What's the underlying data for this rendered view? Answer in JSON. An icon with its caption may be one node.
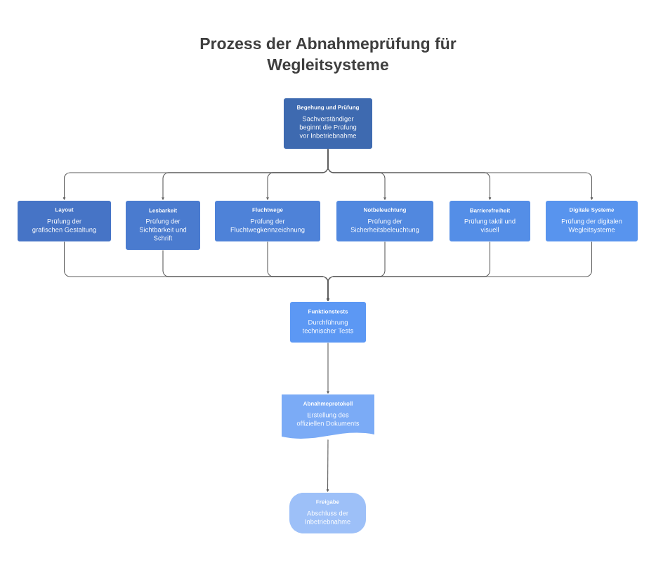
{
  "diagram": {
    "title": "Prozess der Abnahmeprüfung für Wegleitsysteme",
    "nodes": [
      {
        "text": [
          "Begehung und Prüfung",
          "Sachverständiger beginnt die Prüfung vor Inbetriebnahme"
        ]
      },
      {
        "text": [
          "Layout",
          "Prüfung der grafischen Gestaltung"
        ]
      },
      {
        "text": [
          "Lesbarkeit",
          "Prüfung der Sichtbarkeit und Schrift"
        ]
      },
      {
        "text": [
          "Fluchtwege",
          "Prüfung der Fluchtwegkennzeichnung"
        ]
      },
      {
        "text": [
          "Notbeleuchtung",
          "Prüfung der Sicherheitsbeleuchtung"
        ]
      },
      {
        "text": [
          "Barrierefreiheit",
          "Prüfung taktil und visuell"
        ]
      },
      {
        "text": [
          "Digitale Systeme",
          "Prüfung der digitalen Wegleitsysteme"
        ]
      },
      {
        "text": [
          "Funktionstests",
          "Durchführung technischer Tests"
        ]
      },
      {
        "text": [
          "Abnahmeprotokoll",
          "Erstellung des offiziellen Dokuments"
        ]
      },
      {
        "text": [
          "Freigabe",
          "Abschluss der Inbetriebnahme"
        ]
      }
    ],
    "edges": [
      {
        "from": 0,
        "to": 1,
        "arrow": "to"
      },
      {
        "from": 0,
        "to": 2,
        "arrow": "to"
      },
      {
        "from": 0,
        "to": 3,
        "arrow": "to"
      },
      {
        "from": 0,
        "to": 4,
        "arrow": "to"
      },
      {
        "from": 0,
        "to": 5,
        "arrow": "to"
      },
      {
        "from": 0,
        "to": 6,
        "arrow": "to"
      },
      {
        "from": 1,
        "to": 7,
        "arrow": "to"
      },
      {
        "from": 2,
        "to": 7,
        "arrow": "to"
      },
      {
        "from": 3,
        "to": 7,
        "arrow": "to"
      },
      {
        "from": 4,
        "to": 7,
        "arrow": "to"
      },
      {
        "from": 5,
        "to": 7,
        "arrow": "to"
      },
      {
        "from": 6,
        "to": 7,
        "arrow": "to"
      },
      {
        "from": 7,
        "to": 8,
        "arrow": "to"
      },
      {
        "from": 8,
        "to": 9,
        "arrow": "to"
      }
    ]
  }
}
